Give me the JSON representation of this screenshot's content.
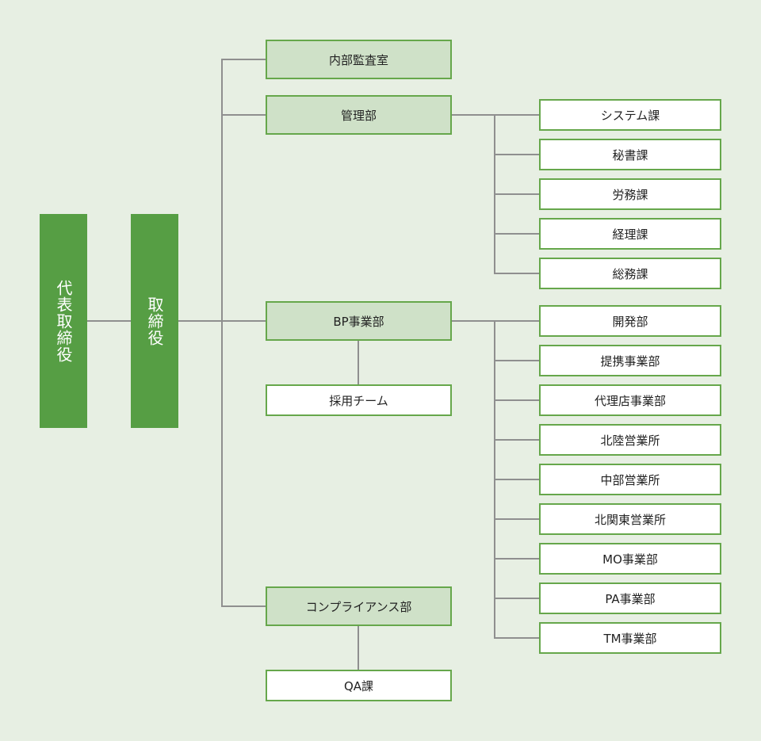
{
  "chart": {
    "colors": {
      "background": "#e7efe3",
      "executive": "#569e44",
      "department_fill": "#cfe1c8",
      "unit_fill": "#ffffff",
      "border": "#66a74b",
      "connector": "#8f8f8f"
    },
    "executives": {
      "representative": "代表取締役",
      "director": "取締役"
    },
    "departments": {
      "audit": "内部監査室",
      "management": "管理部",
      "bp": "BP事業部",
      "compliance": "コンプライアンス部"
    },
    "management_units": [
      "システム課",
      "秘書課",
      "労務課",
      "経理課",
      "総務課"
    ],
    "bp_child": "採用チーム",
    "bp_units": [
      "開発部",
      "提携事業部",
      "代理店事業部",
      "北陸営業所",
      "中部営業所",
      "北関東営業所",
      "MO事業部",
      "PA事業部",
      "TM事業部"
    ],
    "compliance_child": "QA課"
  }
}
